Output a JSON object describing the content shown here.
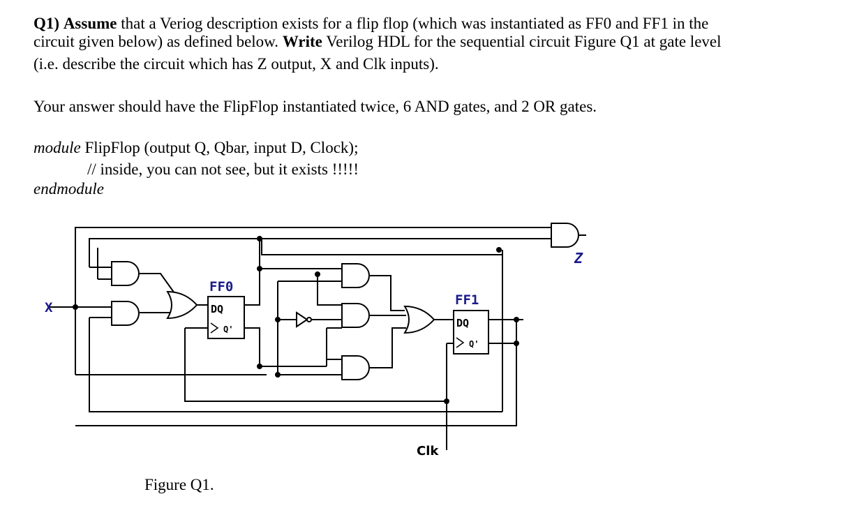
{
  "question": {
    "line1": {
      "label": "Q1)",
      "assume": "Assume",
      "rest": " that a Veriog description exists for a flip flop (which was instantiated as FF0  and FF1 in the"
    },
    "line2": {
      "before": "circuit given below) as defined below. ",
      "write": "Write",
      "after": " Verilog HDL for the sequential circuit Figure Q1 at gate level"
    },
    "line3": "(i.e. describe the circuit which has Z output, X and Clk inputs).",
    "instruction": "Your answer should have the FlipFlop instantiated twice, 6 AND gates, and 2 OR gates."
  },
  "code": {
    "module_kw": "module",
    "module_sig": " FlipFlop (output Q, Qbar, input D, Clock);",
    "comment": "// inside, you can not see, but it exists !!!!!",
    "endmodule_kw": "endmodule"
  },
  "figure": {
    "ff0_label": "FF0",
    "ff1_label": "FF1",
    "dq_label": "DQ",
    "qbar_label": "Q'",
    "x_label": "X",
    "z_label": "Z",
    "clk_label": "Clk",
    "caption": "Figure Q1.",
    "wire_color": "#000000",
    "accent_color": "#1a1a8c"
  }
}
